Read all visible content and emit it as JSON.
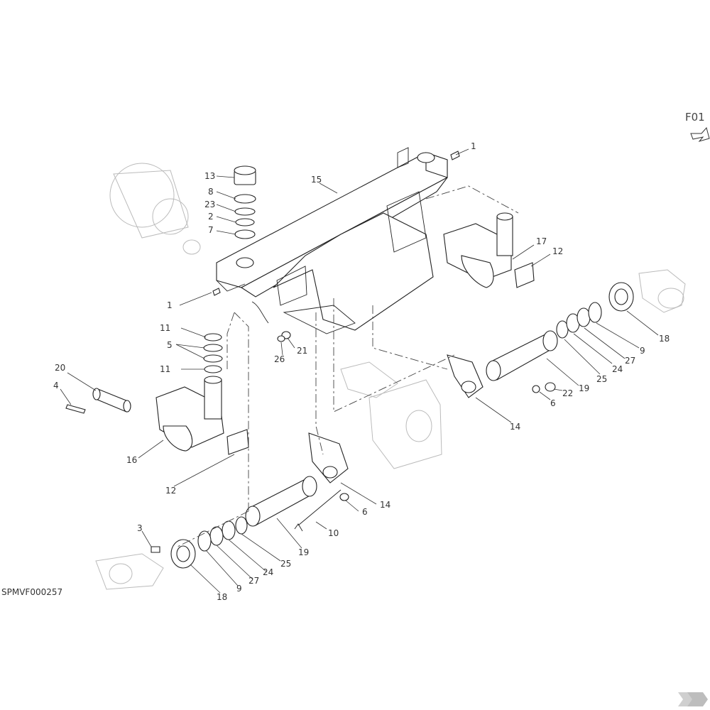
{
  "figure": {
    "code": "F01"
  },
  "drawing_number": "SPMVF000257",
  "callouts": [
    "1",
    "15",
    "13",
    "8",
    "23",
    "2",
    "7",
    "17",
    "12",
    "1",
    "11",
    "5",
    "11",
    "21",
    "26",
    "18",
    "9",
    "27",
    "24",
    "25",
    "19",
    "22",
    "6",
    "14",
    "20",
    "4",
    "16",
    "12",
    "14",
    "6",
    "10",
    "3",
    "18",
    "9",
    "27",
    "24",
    "25",
    "19"
  ],
  "colors": {
    "line": "#222222",
    "ghost": "#bbbbbb",
    "background": "#ffffff"
  },
  "icons": {
    "view_arrow": "arrow-icon",
    "brand": "kramp-logo"
  }
}
